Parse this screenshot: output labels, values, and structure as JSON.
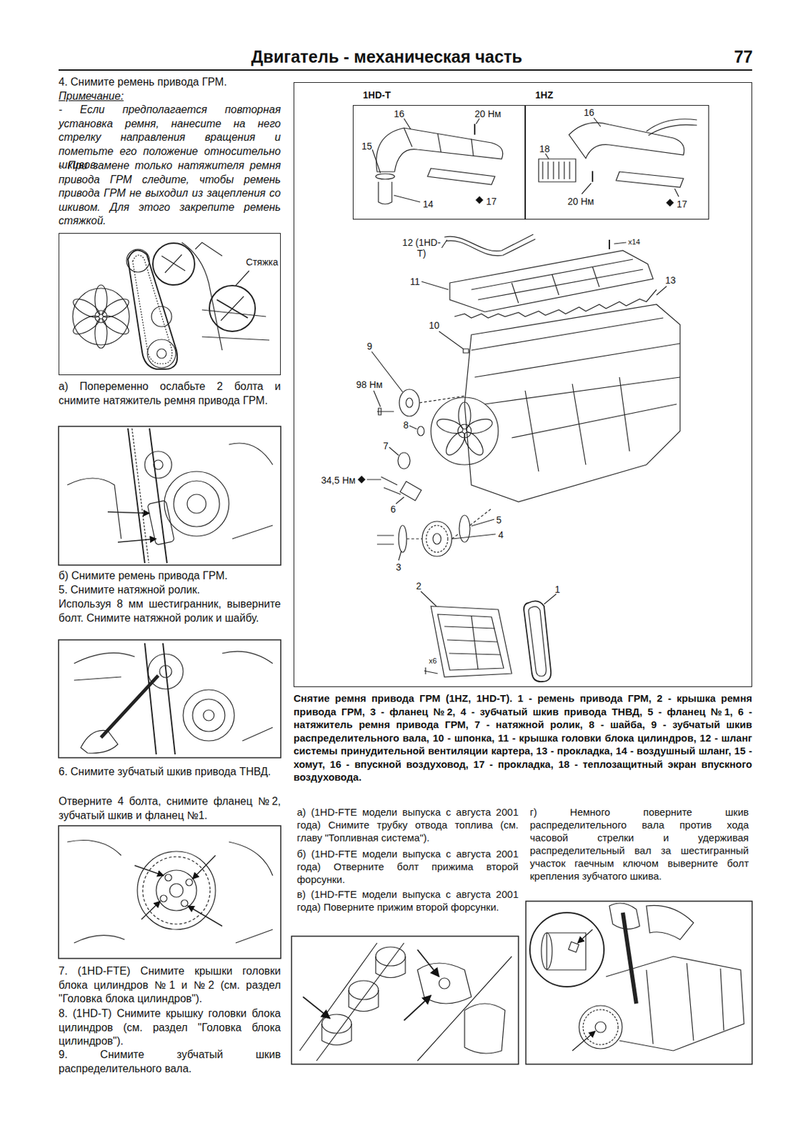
{
  "diagram": {
    "title": "Двигатель - механическая часть",
    "caption": "Снятие ремня привода ГРМ (1HZ, 1HD-T). 1 - ремень привода ГРМ, 2 - крышка ремня привода ГРМ, 3 - фланец №2, 4 - зубчатый шкив привода ТНВД, 5 - фланец №1, 6 - натяжитель ремня привода ГРМ, 7 - натяжной ролик, 8 - шайба, 9 - зубчатый шкив распределительного вала, 10 - шпонка, 11 - крышка головки блока цилиндров, 12 - шланг системы принудительной вентиляции картера, 13 - прокладка, 14 - воздушный шланг, 15 - хомут, 16 - впускной воздуховод, 17 - прокладка, 18 - теплозащитный экран впускного воздуховода.",
    "nodes": [
      {
        "text": [
          "Стяжка"
        ]
      },
      {
        "text": [
          "12 (1HD-T)",
          "x14",
          "11",
          "13",
          "10",
          "9",
          "98 Нм",
          "8",
          "7",
          "34,5 Нм",
          "6",
          "5",
          "4",
          "3",
          "2",
          "1",
          "x6"
        ]
      },
      {
        "text": [
          "1HD-T",
          "16",
          "20 Нм",
          "15",
          "14",
          "17"
        ],
        "in": 1
      },
      {
        "text": [
          "1HZ",
          "16",
          "18",
          "20 Нм",
          "17"
        ],
        "in": 1
      }
    ],
    "edges": [],
    "labels": [
      "77",
      "4. Снимите ремень привода ГРМ.",
      "Примечание:",
      "- Если предполагается повторная установка ремня, нанесите на него стрелку направления вращения и пометьте его положение относительно шкивов.",
      "- При замене только натяжителя ремня привода ГРМ следите, чтобы ремень привода ГРМ не выходил из зацепления со шкивом. Для этого закрепите ремень стяжкой.",
      "а) Попеременно ослабьте 2 болта и снимите натяжитель ремня привода ГРМ.",
      "б) Снимите ремень привода ГРМ.",
      "5. Снимите натяжной ролик.",
      "Используя 8 мм шестигранник, выверните болт. Снимите натяжной ролик и шайбу.",
      "6. Снимите зубчатый шкив привода ТНВД.",
      "Отверните 4 болта, снимите фланец №2, зубчатый шкив и фланец №1.",
      "7. (1HD-FTE) Снимите крышки головки блока цилиндров №1 и №2 (см. раздел \"Головка блока цилиндров\").",
      "8. (1HD-T) Снимите крышку головки блока цилиндров (см. раздел \"Головка блока цилиндров\").",
      "9. Снимите зубчатый шкив распределительного вала.",
      "а) (1HD-FTE модели выпуска с августа 2001 года) Снимите трубку отвода топлива (см. главу \"Топливная система\").",
      "б) (1HD-FTE модели выпуска с августа 2001 года) Отверните болт прижима второй форсунки.",
      "в) (1HD-FTE модели выпуска с августа 2001 года) Поверните прижим второй форсунки.",
      "г) Немного поверните шкив распределительного вала против хода часовой стрелки и удерживая распределительный вал за шестигранный участок гаечным ключом выверните болт крепления зубчатого шкива."
    ]
  }
}
